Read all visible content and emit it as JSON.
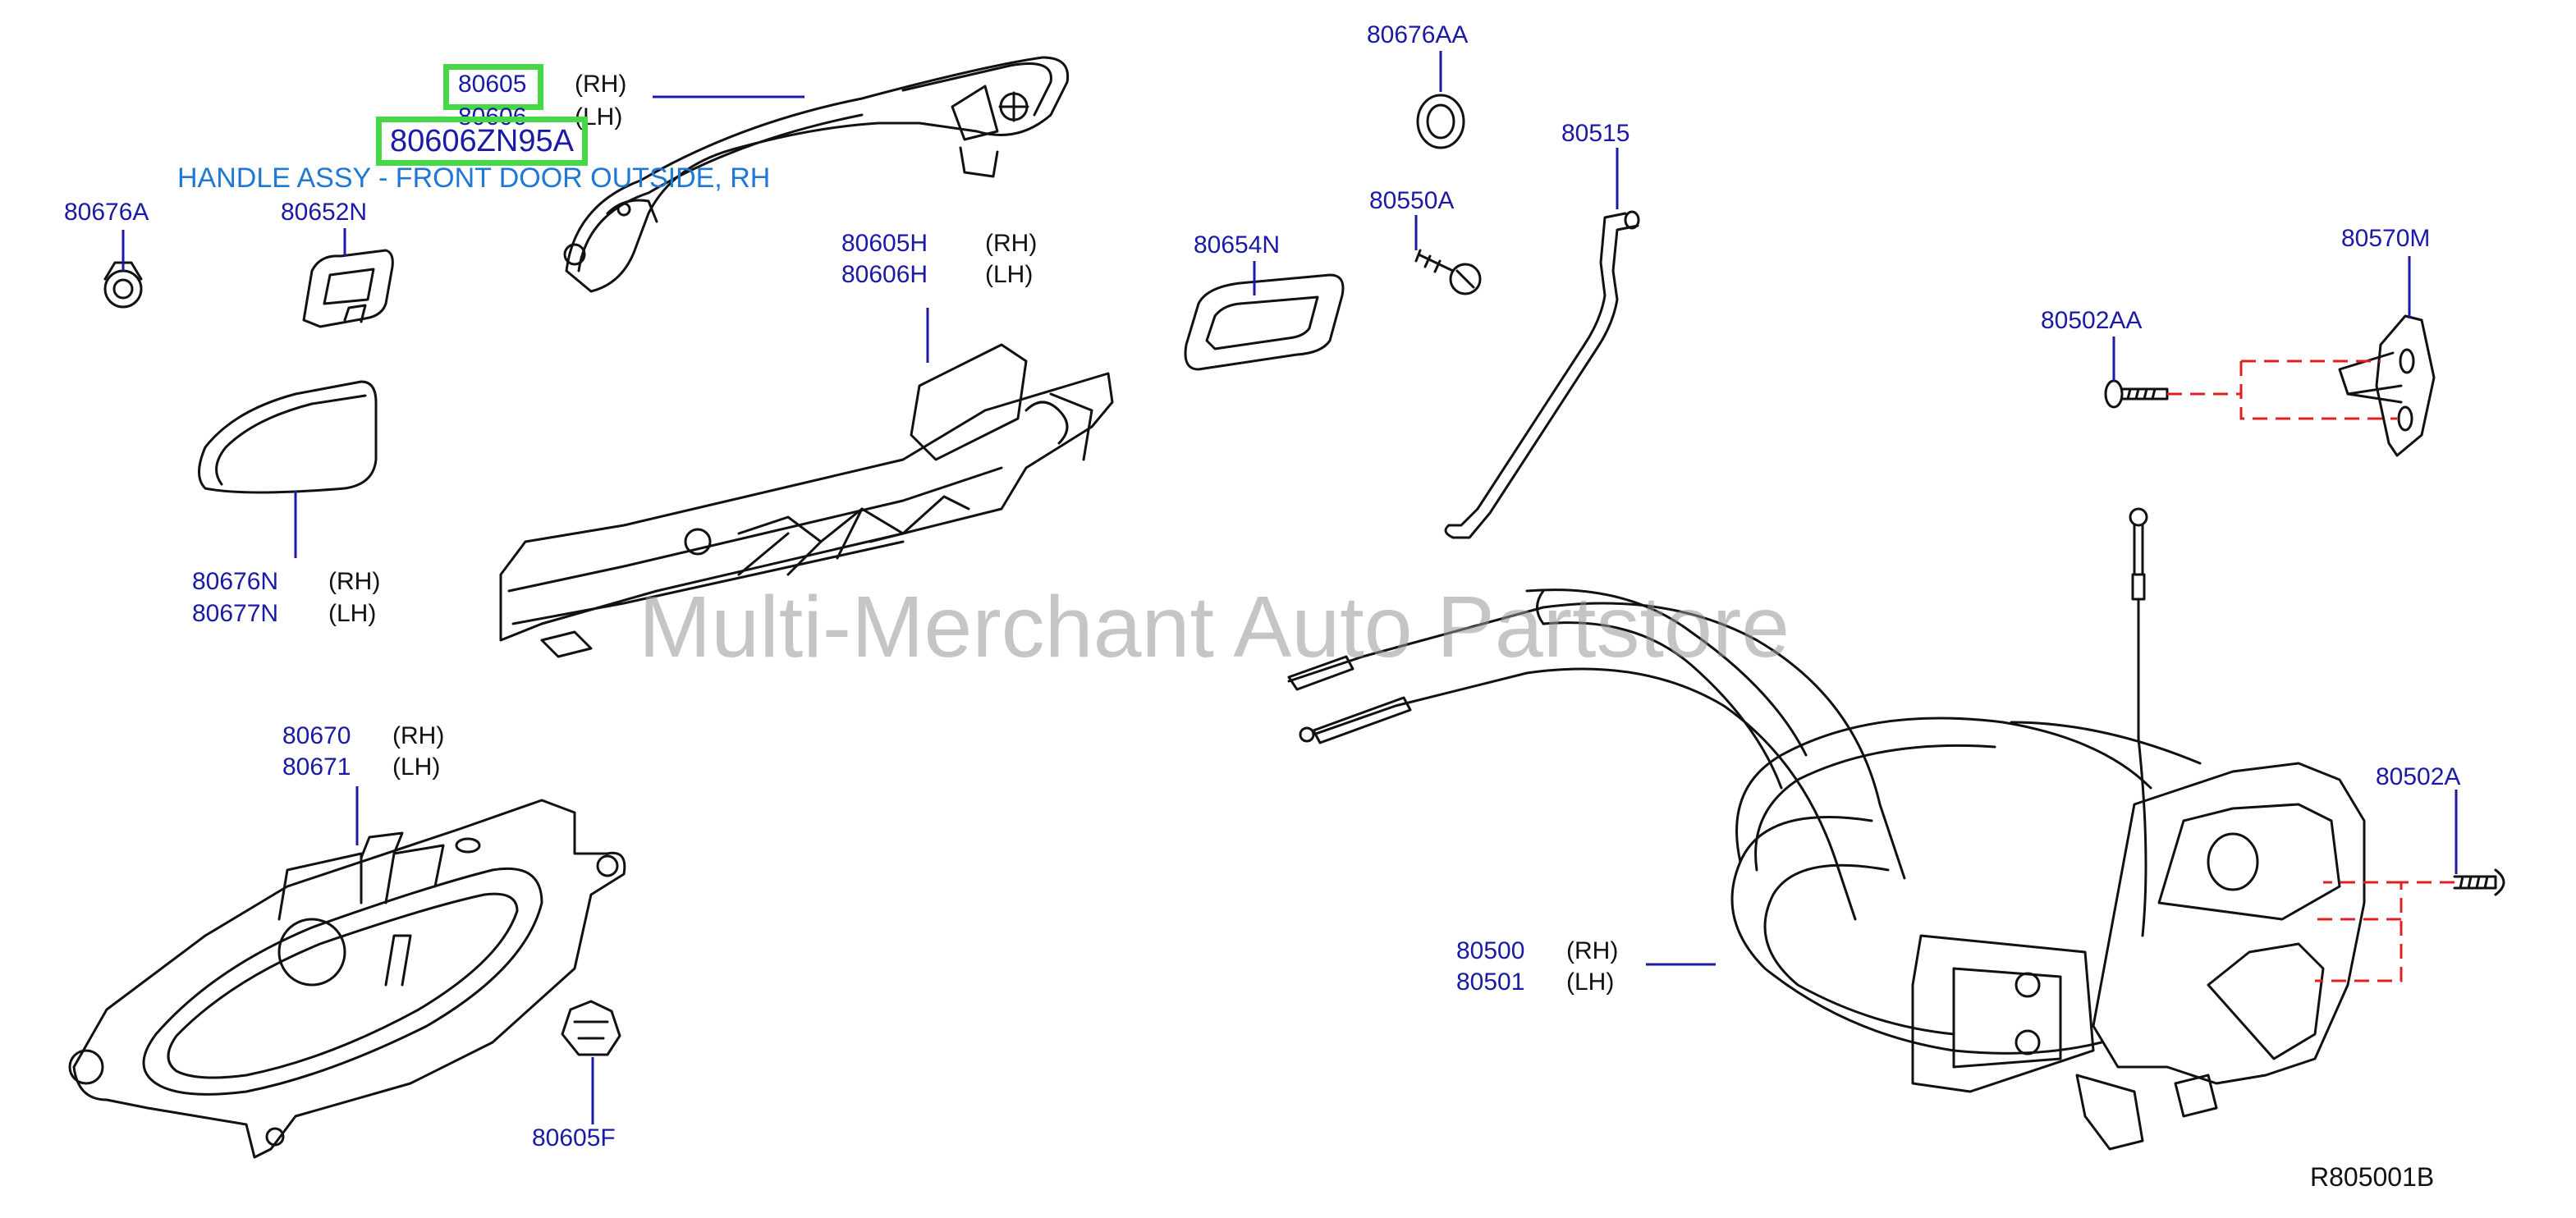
{
  "diagram": {
    "drawing_code": "R805001B",
    "watermark": "Multi-Merchant Auto Partstore",
    "selected": {
      "part_number": "80606ZN95A",
      "description": "HANDLE ASSY - FRONT DOOR OUTSIDE, RH",
      "highlight_color": "#47d847"
    },
    "colors": {
      "part_number": "#1a1aa6",
      "description": "#1e78d4",
      "leader": "#1a1aa6",
      "dashed": "#e02020",
      "drawing": "#111111"
    },
    "callouts": [
      {
        "id": "80605",
        "rh": "80605",
        "lh": "80606",
        "rh_tag": "(RH)",
        "lh_tag": "(LH)",
        "highlighted": true
      },
      {
        "id": "80676A",
        "number": "80676A"
      },
      {
        "id": "80652N",
        "number": "80652N"
      },
      {
        "id": "80676N",
        "rh": "80676N",
        "lh": "80677N",
        "rh_tag": "(RH)",
        "lh_tag": "(LH)"
      },
      {
        "id": "80605H",
        "rh": "80605H",
        "lh": "80606H",
        "rh_tag": "(RH)",
        "lh_tag": "(LH)"
      },
      {
        "id": "80676AA",
        "number": "80676AA"
      },
      {
        "id": "80515",
        "number": "80515"
      },
      {
        "id": "80550A",
        "number": "80550A"
      },
      {
        "id": "80654N",
        "number": "80654N"
      },
      {
        "id": "80570M",
        "number": "80570M"
      },
      {
        "id": "80502AA",
        "number": "80502AA"
      },
      {
        "id": "80670",
        "rh": "80670",
        "lh": "80671",
        "rh_tag": "(RH)",
        "lh_tag": "(LH)"
      },
      {
        "id": "80605F",
        "number": "80605F"
      },
      {
        "id": "80502A",
        "number": "80502A"
      },
      {
        "id": "80500",
        "rh": "80500",
        "lh": "80501",
        "rh_tag": "(RH)",
        "lh_tag": "(LH)"
      }
    ]
  }
}
